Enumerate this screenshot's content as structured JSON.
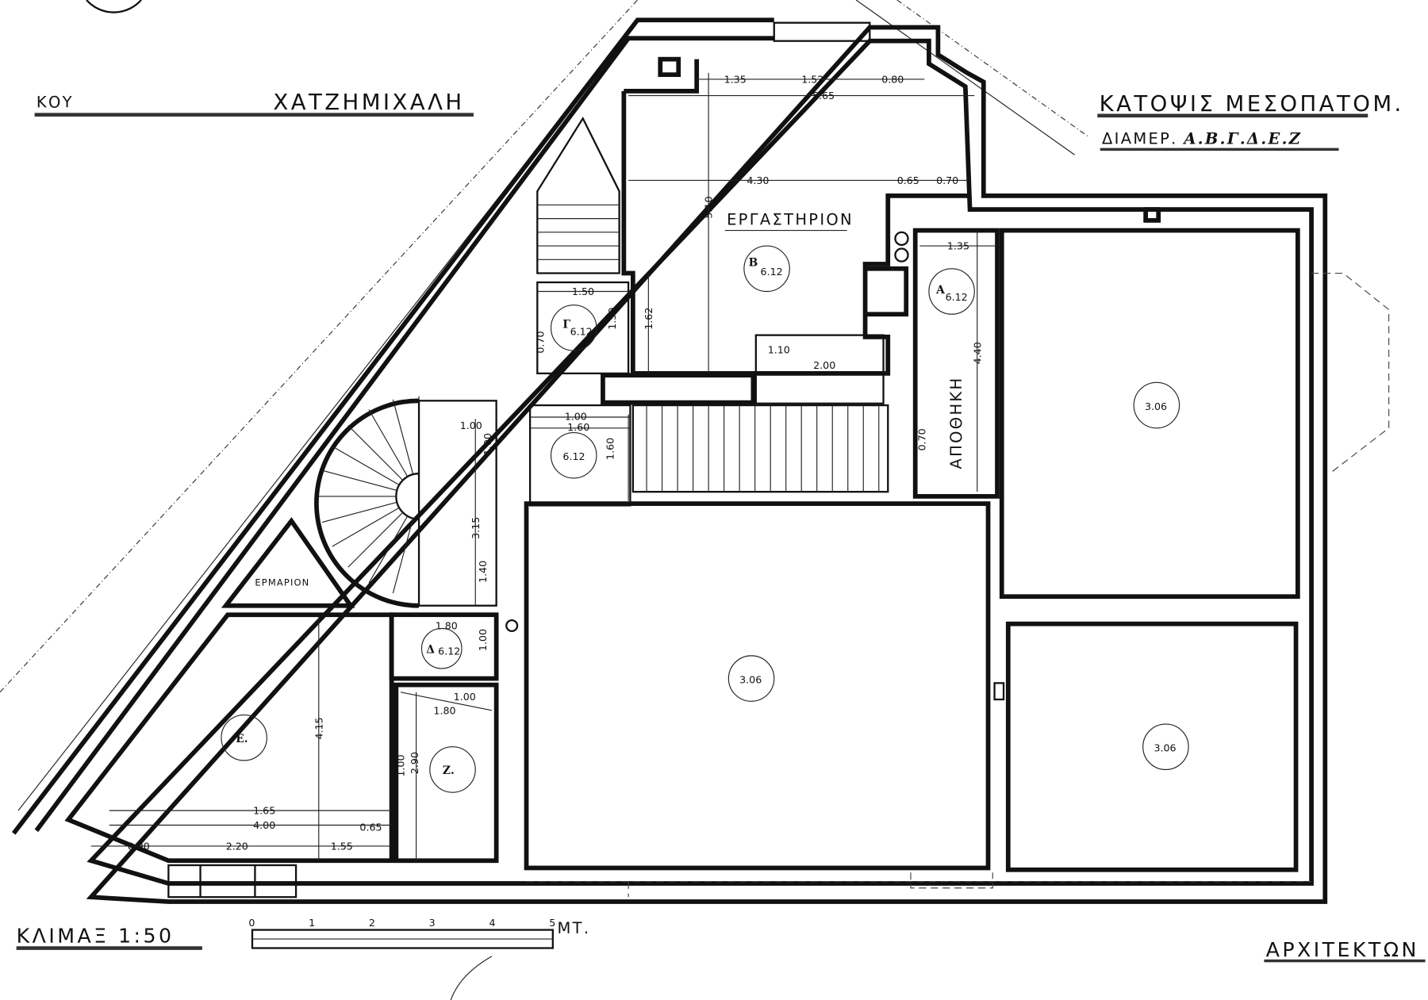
{
  "header": {
    "left_prefix": "ΚΟΥ",
    "left_name": "ΧΑΤΖΗΜΙΧΑΛΗ",
    "title": "ΚΑΤΟΨΙΣ ΜΕΣΟΠΑΤΟΜ.",
    "subtitle_prefix": "ΔΙΑΜΕΡ.",
    "subtitle_units": "Α.Β.Γ.Δ.Ε.Ζ"
  },
  "footer": {
    "scale_label": "ΚΛΙΜΑΞ 1:50",
    "scale_ticks": [
      "0",
      "1",
      "2",
      "3",
      "4",
      "5"
    ],
    "scale_unit": "ΜΤ.",
    "architect": "ΑΡΧΙΤΕΚΤΩΝ"
  },
  "rooms": {
    "workshop": "ΕΡΓΑΣΤΗΡΙΟΝ",
    "storage": "ΑΠΟΘΗΚΗ",
    "cupboard": "ΕΡΜΑΡΙΟΝ"
  },
  "tags": {
    "b": {
      "letter": "Β",
      "level": "6.12"
    },
    "a": {
      "letter": "Α",
      "level": "6.12"
    },
    "g": {
      "letter": "Γ",
      "level": "6.12"
    },
    "hall": {
      "letter": "",
      "level": "6.12"
    },
    "d": {
      "letter": "Δ",
      "level": "6.12"
    },
    "e": "Ε.",
    "z": "Ζ.",
    "main": "3.06",
    "right_top": "3.06",
    "right_bottom": "3.06"
  },
  "dims": [
    "1.35",
    "1.52",
    "0.80",
    "5.65",
    "4.30",
    "0.65",
    "0.70",
    "5.10",
    "1.35",
    "4.40",
    "1.50",
    "1.50",
    "1.62",
    "0.70",
    "1.10",
    "2.00",
    "1.00",
    "1.60",
    "1.60",
    "1.00",
    "1.00",
    "3.15",
    "1.40",
    "0.70",
    "1.80",
    "1.00",
    "1.00",
    "1.80",
    "2.90",
    "1.00",
    "4.15",
    "1.65",
    "4.00",
    "0.65",
    "0.90",
    "2.20",
    "1.55"
  ]
}
